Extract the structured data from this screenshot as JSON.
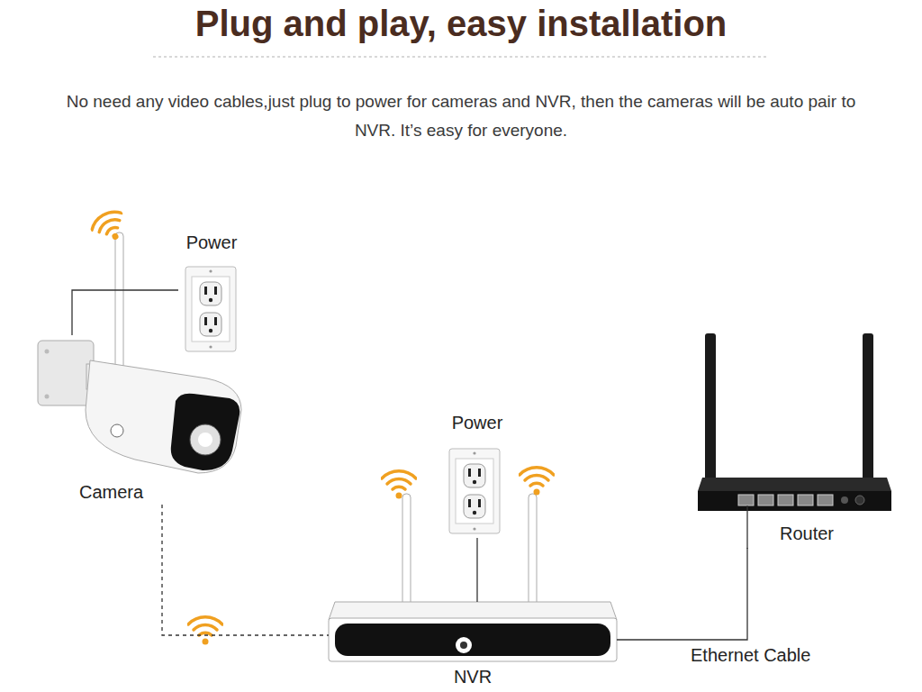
{
  "diagram": {
    "title": "Plug and play, easy installation",
    "nodes": [
      {
        "text": [
          "Power"
        ]
      },
      {
        "text": [
          "Camera"
        ]
      },
      {
        "text": [
          "Power"
        ]
      },
      {
        "text": [
          "NVR"
        ]
      },
      {
        "text": [
          "Router"
        ]
      }
    ],
    "edges": [
      {
        "from": 1,
        "to": 0,
        "arrow": "none"
      },
      {
        "from": 1,
        "to": 3,
        "arrow": "none"
      },
      {
        "from": 3,
        "to": 2,
        "arrow": "none"
      },
      {
        "from": 3,
        "to": 4,
        "label": "Ethernet Cable",
        "arrow": "none"
      }
    ],
    "labels": [
      "No need any video cables,just plug to power for cameras and NVR, then the cameras will be auto pair to NVR. It’s easy for everyone."
    ]
  }
}
